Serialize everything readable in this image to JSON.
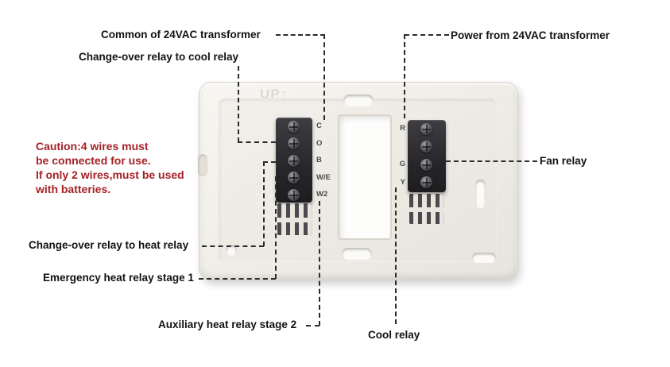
{
  "colors": {
    "background": "#ffffff",
    "callout_text": "#121212",
    "callout_line": "#2b2b2b",
    "caution_red": "#a52126"
  },
  "callouts": {
    "common": "Common of 24VAC transformer",
    "changeover_cool": "Change-over relay to cool relay",
    "power": "Power from  24VAC transformer",
    "fan": "Fan relay",
    "changeover_heat": "Change-over relay to heat relay",
    "emergency_heat": "Emergency heat relay stage 1",
    "auxiliary_heat": "Auxiliary heat relay stage 2",
    "cool": "Cool relay"
  },
  "caution": {
    "lines": [
      "Caution:4 wires must",
      "be connected for use.",
      "If only 2 wires,must be used",
      "with batteries."
    ]
  },
  "plate": {
    "up_marking": "UP↑",
    "left_terminals": [
      "C",
      "O",
      "B",
      "W/E",
      "W2"
    ],
    "right_terminals": [
      "R",
      "G",
      "Y"
    ]
  }
}
